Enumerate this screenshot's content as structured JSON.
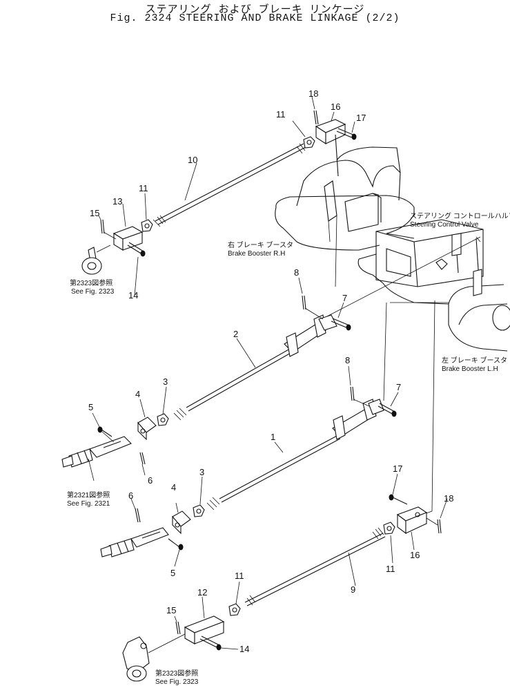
{
  "header": {
    "title_jp": "ステアリング および ブレーキ リンケージ",
    "title_en": "Fig. 2324 STEERING AND BRAKE LINKAGE (2/2)"
  },
  "callouts": {
    "c1": "1",
    "c2": "2",
    "c3a": "3",
    "c3b": "3",
    "c4a": "4",
    "c4b": "4",
    "c5a": "5",
    "c5b": "5",
    "c6a": "6",
    "c6b": "6",
    "c7a": "7",
    "c7b": "7",
    "c8a": "8",
    "c8b": "8",
    "c9": "9",
    "c10": "10",
    "c11a": "11",
    "c11b": "11",
    "c11c": "11",
    "c11d": "11",
    "c12": "12",
    "c13": "13",
    "c14a": "14",
    "c14b": "14",
    "c15a": "15",
    "c15b": "15",
    "c16a": "16",
    "c16b": "16",
    "c17a": "17",
    "c17b": "17",
    "c18a": "18",
    "c18b": "18"
  },
  "notes": {
    "valve_jp": "ステアリング コントロールハルブ",
    "valve_en": "Steering Control Valve",
    "booster_rh_jp": "右 ブレーキ ブースタ",
    "booster_rh_en": "Brake Booster R.H",
    "booster_lh_jp": "左 ブレーキ ブースタ",
    "booster_lh_en": "Brake Booster L.H",
    "ref2323a_jp": "第2323図参照",
    "ref2323a_en": "See Fig. 2323",
    "ref2321_jp": "第2321図参照",
    "ref2321_en": "See Fig. 2321",
    "ref2323b_jp": "第2323図参照",
    "ref2323b_en": "See Fig. 2323"
  }
}
